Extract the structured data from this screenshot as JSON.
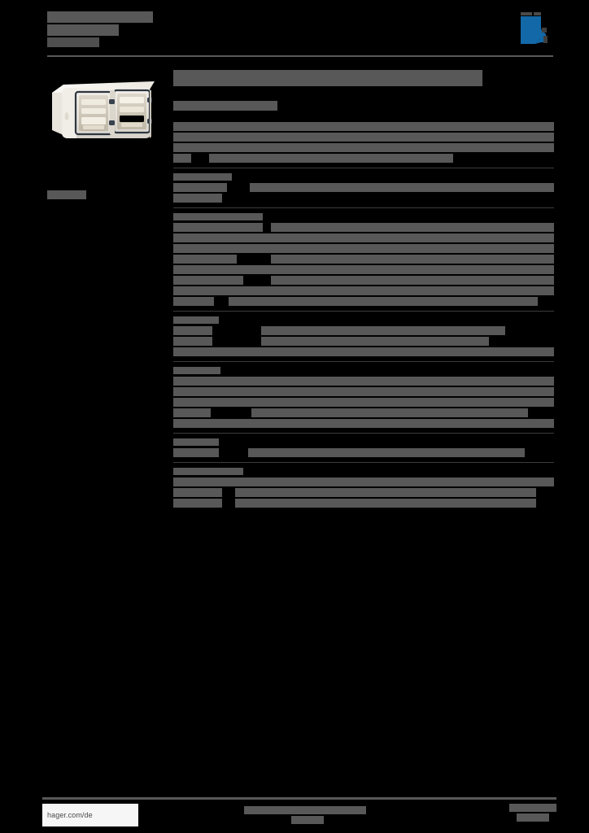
{
  "document": {
    "background_color": "#000000",
    "redaction_color": "#585858",
    "brand_color": "#1368a8",
    "kind": "product-datasheet-redacted"
  },
  "header": {
    "brand_name": "",
    "subtitle": "",
    "tagline": "",
    "logo_name": "hager-logo"
  },
  "left_column": {
    "product_image_alt": "white double surface-mount wall box enclosure",
    "caption_lines": [
      "",
      ""
    ]
  },
  "main": {
    "title": "",
    "subtitle_label": "",
    "groups": [
      {
        "heading": "",
        "heading_width": 0,
        "rows": [
          {
            "key_w": 34,
            "val_w": 420,
            "full": true
          },
          {
            "key_w": 30,
            "val_w": 420,
            "full": true
          },
          {
            "key_w": 28,
            "val_w": 420,
            "full": true
          },
          {
            "key_w": 22,
            "val_w": 300,
            "full": false,
            "gap": 22
          }
        ]
      },
      {
        "heading": "",
        "heading_width": 72,
        "rows": [
          {
            "key_w": 66,
            "val_w": 374,
            "full": false,
            "gap": 28
          },
          {
            "key_w": 60,
            "val_w": 0,
            "full": false,
            "gap": 0
          }
        ]
      },
      {
        "heading": "",
        "heading_width": 110,
        "rows": [
          {
            "key_w": 110,
            "val_w": 348,
            "full": false,
            "gap": 10
          },
          {
            "key_w": 112,
            "val_w": 348,
            "full": true
          },
          {
            "key_w": 112,
            "val_w": 348,
            "full": true
          },
          {
            "key_w": 78,
            "val_w": 348,
            "full": false,
            "gap": 42
          },
          {
            "key_w": 86,
            "val_w": 348,
            "full": true
          },
          {
            "key_w": 86,
            "val_w": 348,
            "full": false,
            "gap": 34
          },
          {
            "key_w": 50,
            "val_w": 400,
            "full": true
          },
          {
            "key_w": 50,
            "val_w": 380,
            "full": false,
            "gap": 18
          }
        ]
      },
      {
        "heading": "",
        "heading_width": 56,
        "rows": [
          {
            "key_w": 48,
            "val_w": 300,
            "full": false,
            "gap": 60
          },
          {
            "key_w": 48,
            "val_w": 280,
            "full": false,
            "gap": 60
          },
          {
            "key_w": 56,
            "val_w": 0,
            "full": true
          }
        ]
      },
      {
        "heading": "",
        "heading_width": 58,
        "rows": [
          {
            "key_w": 58,
            "val_w": 400,
            "full": true
          },
          {
            "key_w": 52,
            "val_w": 380,
            "full": true
          },
          {
            "key_w": 52,
            "val_w": 360,
            "full": true
          },
          {
            "key_w": 46,
            "val_w": 340,
            "full": false,
            "gap": 50
          },
          {
            "key_w": 40,
            "val_w": 0,
            "full": true
          }
        ]
      },
      {
        "heading": "",
        "heading_width": 56,
        "rows": [
          {
            "key_w": 56,
            "val_w": 340,
            "full": false,
            "gap": 36
          }
        ]
      },
      {
        "heading": "",
        "heading_width": 86,
        "rows": [
          {
            "key_w": 74,
            "val_w": 396,
            "full": true
          },
          {
            "key_w": 60,
            "val_w": 370,
            "full": false,
            "gap": 16
          },
          {
            "key_w": 60,
            "val_w": 370,
            "full": false,
            "gap": 16
          }
        ]
      }
    ]
  },
  "footer": {
    "url": "hager.com/de",
    "center_lines": [
      "",
      ""
    ],
    "right_lines": [
      "",
      ""
    ]
  }
}
